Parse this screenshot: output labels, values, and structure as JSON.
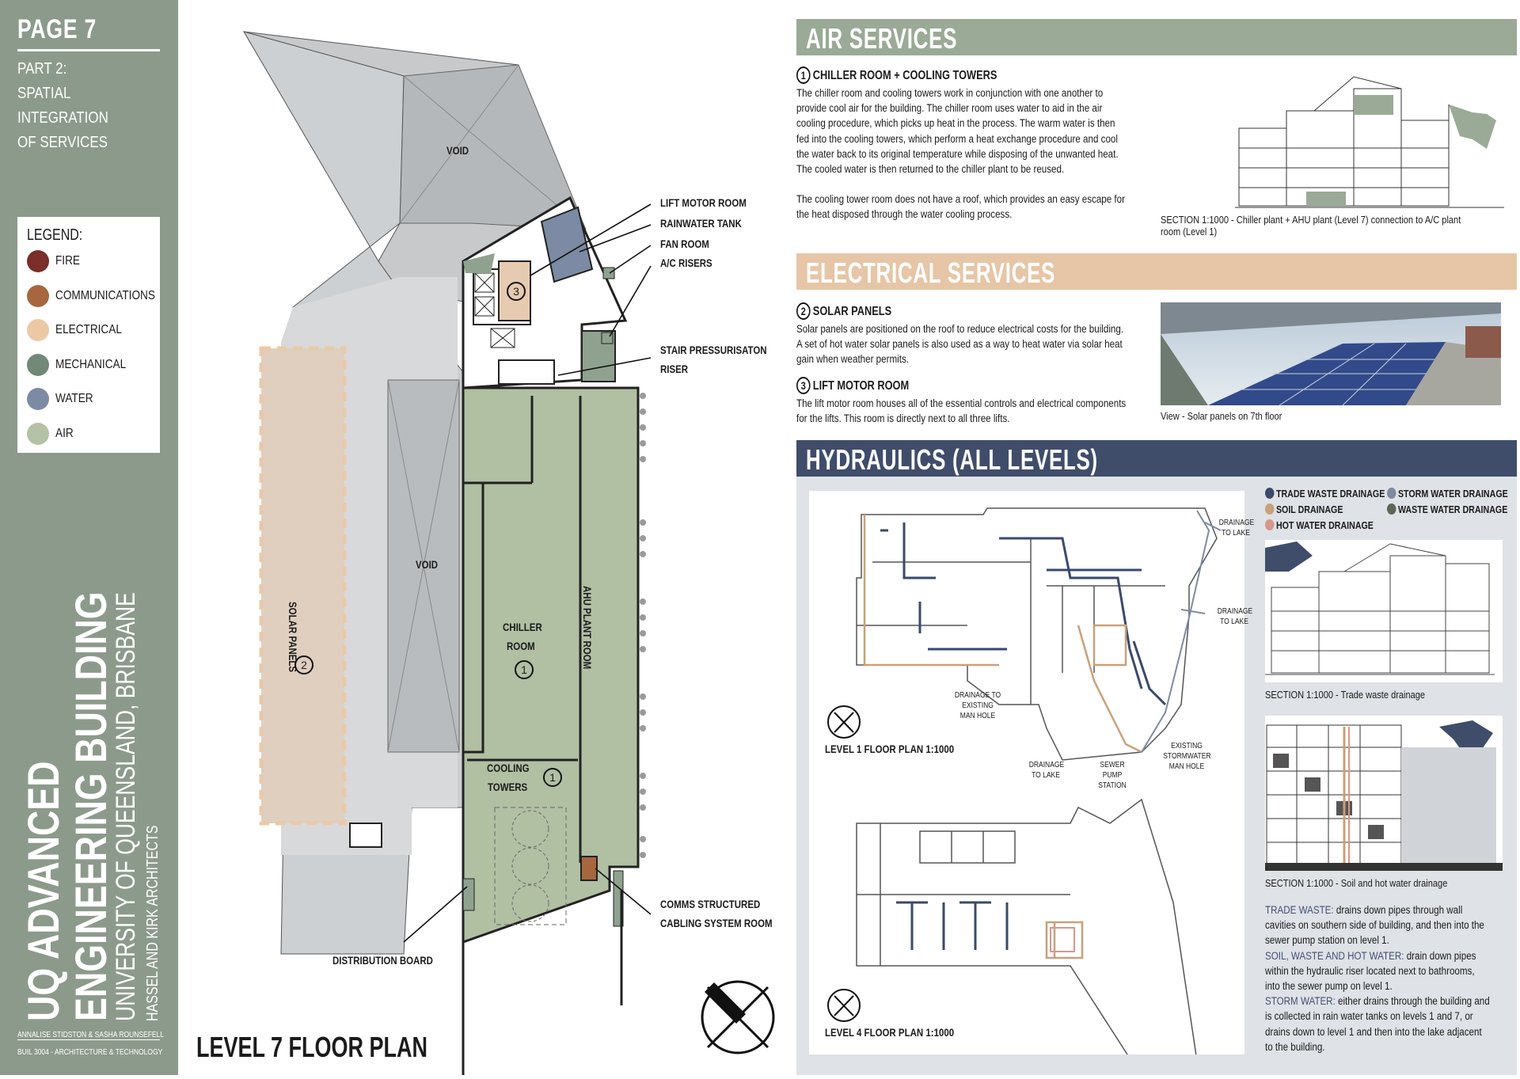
{
  "sidebar": {
    "page": "PAGE 7",
    "part_lines": [
      "PART 2:",
      "SPATIAL INTEGRATION",
      "OF SERVICES"
    ],
    "legend_title": "LEGEND:",
    "legend": [
      {
        "label": "FIRE",
        "color": "#7b2e2a"
      },
      {
        "label": "COMMUNICATIONS",
        "color": "#a8663f"
      },
      {
        "label": "ELECTRICAL",
        "color": "#ecc9a4"
      },
      {
        "label": "MECHANICAL",
        "color": "#718976"
      },
      {
        "label": "WATER",
        "color": "#7c8ba3"
      },
      {
        "label": "AIR",
        "color": "#b5c2a5"
      }
    ],
    "title_line1": "UQ ADVANCED",
    "title_line2": "ENGINEERING BUILDING",
    "title_line3": "UNIVERSITY OF QUEENSLAND, BRISBANE",
    "title_line4": "HASSEL AND KIRK ARCHITECTS",
    "credit_line1": "ANNALISE STIDSTON & SASHA ROUNSEFELL",
    "credit_line2": "BUIL 3004 - ARCHITECTURE & TECHNOLOGY"
  },
  "plan": {
    "title": "LEVEL 7 FLOOR PLAN",
    "void_top": "VOID",
    "void_mid": "VOID",
    "solar_panels": "SOLAR PANELS",
    "solar_num": "2",
    "lift_num": "3",
    "chiller_line1": "CHILLER",
    "chiller_line2": "ROOM",
    "chiller_num": "1",
    "ahu": "AHU PLANT ROOM",
    "cooling_line1": "COOLING",
    "cooling_line2": "TOWERS",
    "cooling_num": "1",
    "callouts": {
      "lift_motor": "LIFT MOTOR ROOM",
      "rainwater": "RAINWATER TANK",
      "fan_room": "FAN ROOM",
      "ac_risers": "A/C RISERS",
      "stair_line1": "STAIR PRESSURISATON",
      "stair_line2": "RISER",
      "comms_line1": "COMMS STRUCTURED",
      "comms_line2": "CABLING SYSTEM ROOM",
      "distribution": "DISTRIBUTION BOARD"
    }
  },
  "air": {
    "heading": "AIR SERVICES",
    "heading_color": "#9aaa96",
    "sub_num": "1",
    "sub_title": "CHILLER ROOM + COOLING TOWERS",
    "para1": "The chiller room and cooling towers work in conjunction with one another to provide cool air for the building. The chiller room uses water to aid in the air cooling procedure, which picks up heat in the process. The warm water is then fed into the cooling towers, which perform a heat exchange procedure and cool the water back to its original temperature while disposing of the unwanted heat. The cooled water is then returned to the chiller plant to be reused.",
    "para2": "The cooling tower room does not have a roof, which provides an easy escape for the heat disposed through the water cooling process.",
    "caption": "SECTION 1:1000 - Chiller plant + AHU plant (Level 7) connection to A/C plant room (Level 1)"
  },
  "electrical": {
    "heading": "ELECTRICAL SERVICES",
    "heading_color": "#e6c6a6",
    "solar_num": "2",
    "solar_title": "SOLAR PANELS",
    "solar_text": "Solar panels are positioned on the roof to reduce electrical costs for the building. A set of hot water solar panels is also used as a way to heat water via solar heat gain when weather permits.",
    "lift_num": "3",
    "lift_title": "LIFT MOTOR ROOM",
    "lift_text": "The lift motor room houses all of the essential controls and electrical components for the lifts. This room is directly next to all three lifts.",
    "caption": "View - Solar panels on 7th floor"
  },
  "hydraulics": {
    "heading": "HYDRAULICS (ALL LEVELS)",
    "heading_color": "#3f4d6a",
    "legend": [
      {
        "label": "TRADE WASTE DRAINAGE",
        "color": "#3a4a6b"
      },
      {
        "label": "STORM WATER DRAINAGE",
        "color": "#7d8aa3"
      },
      {
        "label": "SOIL DRAINAGE",
        "color": "#c9a07a"
      },
      {
        "label": "WASTE WATER DRAINAGE",
        "color": "#5e6656"
      },
      {
        "label": "HOT WATER DRAINAGE",
        "color": "#d7968b"
      }
    ],
    "l1_title": "LEVEL 1 FLOOR PLAN 1:1000",
    "l4_title": "LEVEL 4 FLOOR PLAN 1:1000",
    "labels": {
      "drain_lake_top": "DRAINAGE TO LAKE",
      "drain_lake_mid": "DRAINAGE TO LAKE",
      "drain_manhole": "DRAINAGE TO EXISTING MAN HOLE",
      "drain_lake_bottom": "DRAINAGE TO LAKE",
      "sewer": "SEWER PUMP STATION",
      "stormwater": "EXISTING STORMWATER MAN HOLE"
    },
    "caption1": "SECTION 1:1000 - Trade waste drainage",
    "caption2": "SECTION 1:1000 - Soil and hot water drainage",
    "notes": [
      {
        "key": "TRADE WASTE:",
        "text": " drains down pipes through wall cavities on southern side of building, and then into the sewer pump station on level 1."
      },
      {
        "key": "SOIL, WASTE AND HOT WATER:",
        "text": " drain down pipes within the hydraulic riser located next to bathrooms, into the sewer pump on level 1."
      },
      {
        "key": "STORM WATER:",
        "text": " either drains through the building and is collected in rain water tanks on levels 1 and 7, or drains down to level 1 and then into the lake adjacent to the building."
      }
    ]
  }
}
